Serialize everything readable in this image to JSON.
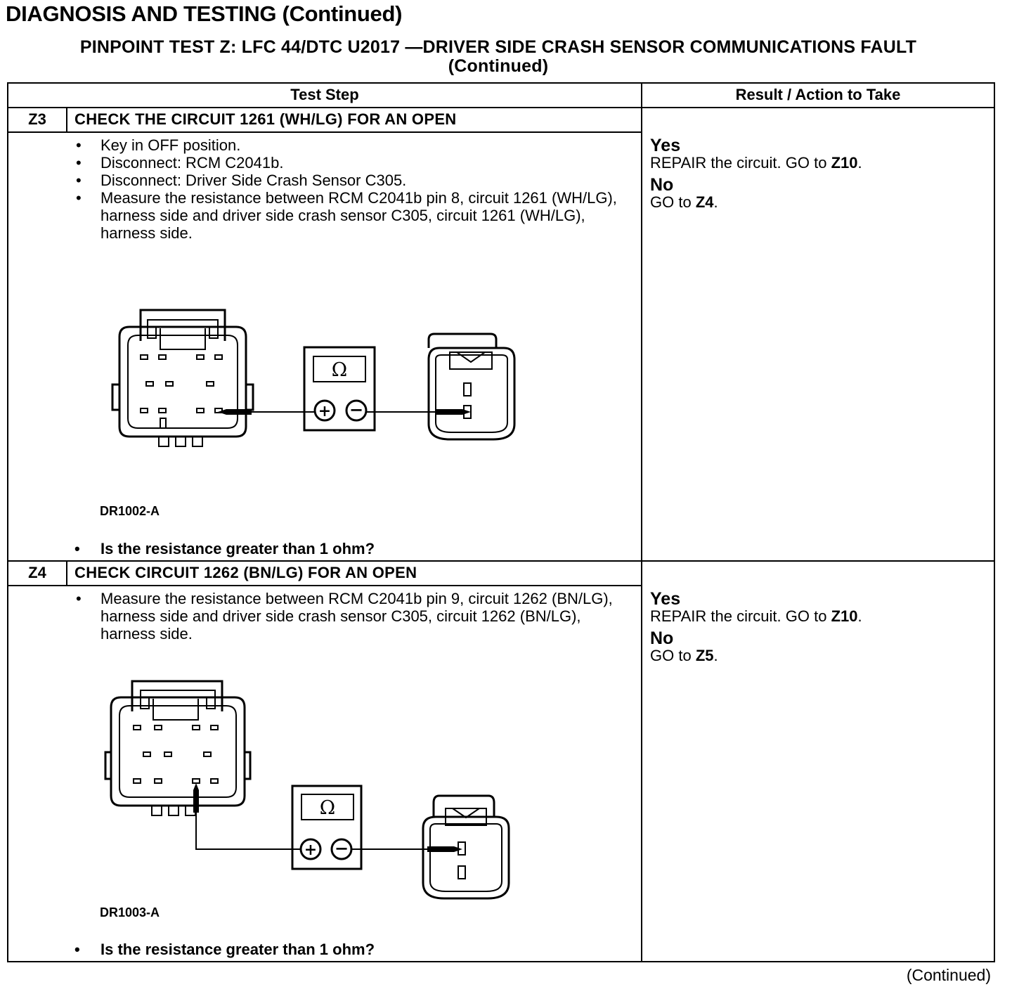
{
  "page_title": "DIAGNOSIS AND TESTING (Continued)",
  "test_title_line1": "PINPOINT TEST Z: LFC 44/DTC U2017 —DRIVER SIDE CRASH SENSOR COMMUNICATIONS FAULT",
  "test_title_line2": "(Continued)",
  "table": {
    "col_step": "Test Step",
    "col_result": "Result / Action to Take"
  },
  "steps": [
    {
      "id": "Z3",
      "title": "CHECK THE CIRCUIT 1261 (WH/LG) FOR AN OPEN",
      "bullets": [
        "Key in OFF position.",
        "Disconnect: RCM C2041b.",
        "Disconnect: Driver Side Crash Sensor C305.",
        "Measure the resistance between RCM C2041b pin 8, circuit 1261 (WH/LG), harness side and driver side crash sensor C305, circuit 1261 (WH/LG), harness side."
      ],
      "figure_id": "DR1002-A",
      "meter_symbol": "Ω",
      "question": "Is the resistance greater than 1 ohm?",
      "yes_label": "Yes",
      "yes_action": "REPAIR the circuit. GO to",
      "yes_target": "Z10",
      "no_label": "No",
      "no_action": "GO to",
      "no_target": "Z4"
    },
    {
      "id": "Z4",
      "title": "CHECK CIRCUIT 1262 (BN/LG) FOR AN OPEN",
      "bullets": [
        "Measure the resistance between RCM C2041b pin 9, circuit 1262 (BN/LG), harness side and driver side crash sensor C305, circuit 1262 (BN/LG), harness side."
      ],
      "figure_id": "DR1003-A",
      "meter_symbol": "Ω",
      "question": "Is the resistance greater than 1 ohm?",
      "yes_label": "Yes",
      "yes_action": "REPAIR the circuit. GO to",
      "yes_target": "Z10",
      "no_label": "No",
      "no_action": "GO to",
      "no_target": "Z5"
    }
  ],
  "footer_continued": "(Continued)"
}
